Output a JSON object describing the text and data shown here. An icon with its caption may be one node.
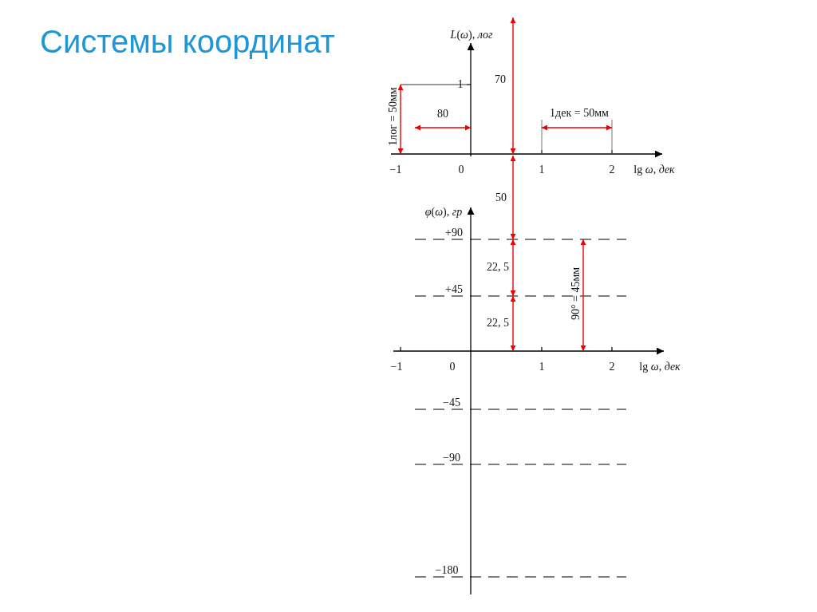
{
  "diagram": {
    "title": "Системы координат",
    "labels": [
      "*L*(*ω*), *лог*",
      "70",
      "1",
      "1лог = 50мм",
      "80",
      "1дек = 50мм",
      "−1",
      "0",
      "1",
      "2",
      "lg *ω*, *дек*",
      "50",
      "*φ*(*ω*), *гр*",
      "+90",
      "22, 5",
      "90° = 45мм",
      "+45",
      "22, 5",
      "−1",
      "0",
      "1",
      "2",
      "lg *ω*, *дек*",
      "−45",
      "−90",
      "−180"
    ]
  }
}
